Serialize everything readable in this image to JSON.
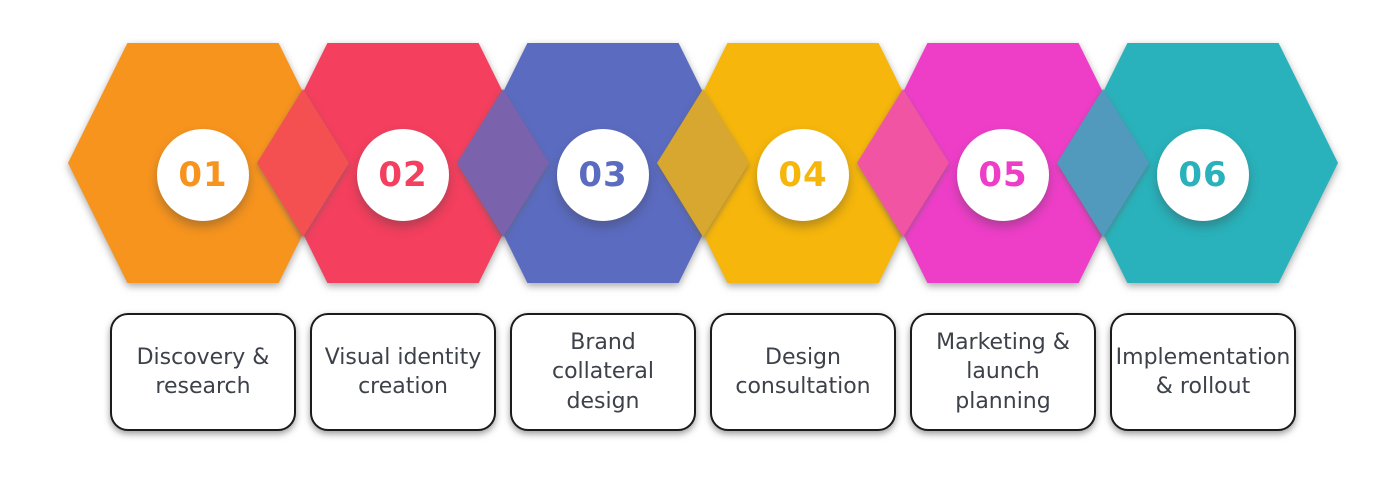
{
  "diagram": {
    "type": "process-steps-hexagon-infographic",
    "step_count": 6
  },
  "steps": [
    {
      "number": "01",
      "label": "Discovery &\nresearch",
      "color": "#F7941E"
    },
    {
      "number": "02",
      "label": "Visual identity\ncreation",
      "color": "#F43F5E"
    },
    {
      "number": "03",
      "label": "Brand collateral\ndesign",
      "color": "#5B6BC0"
    },
    {
      "number": "04",
      "label": "Design\nconsultation",
      "color": "#F6B60B"
    },
    {
      "number": "05",
      "label": "Marketing &\nlaunch\nplanning",
      "color": "#EE3EC8"
    },
    {
      "number": "06",
      "label": "Implementation\n& rollout",
      "color": "#29B2BB"
    }
  ],
  "connectors": [
    {
      "color": "#F45051"
    },
    {
      "color": "#7A62AC"
    },
    {
      "color": "#D7A72F"
    },
    {
      "color": "#F154A2"
    },
    {
      "color": "#519ABE"
    }
  ],
  "style": {
    "card_background": "#FFFFFF",
    "card_border_color": "#1B1B1B",
    "card_text_color": "#3D4149",
    "circle_background": "#FFFFFF",
    "page_background": "#FFFFFF"
  }
}
